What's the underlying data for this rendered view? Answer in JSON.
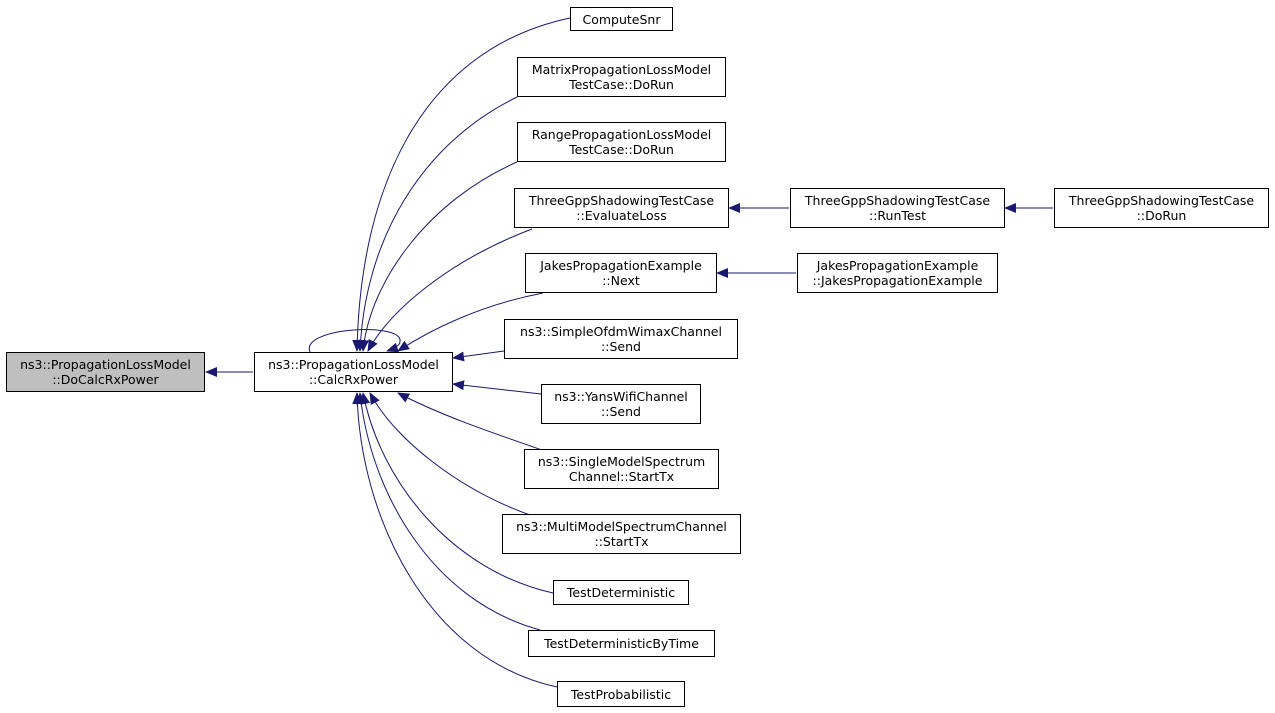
{
  "colors": {
    "edge": "#191970",
    "root_fill": "#bfbfbf",
    "node_fill": "#ffffff",
    "border": "#000000"
  },
  "nodes": {
    "docalc": {
      "l1": "ns3::PropagationLossModel",
      "l2": "::DoCalcRxPower"
    },
    "calc": {
      "l1": "ns3::PropagationLossModel",
      "l2": "::CalcRxPower"
    },
    "computesnr": {
      "l1": "ComputeSnr"
    },
    "matrix": {
      "l1": "MatrixPropagationLossModel",
      "l2": "TestCase::DoRun"
    },
    "range": {
      "l1": "RangePropagationLossModel",
      "l2": "TestCase::DoRun"
    },
    "evalloss": {
      "l1": "ThreeGppShadowingTestCase",
      "l2": "::EvaluateLoss"
    },
    "runtest": {
      "l1": "ThreeGppShadowingTestCase",
      "l2": "::RunTest"
    },
    "dorun3gpp": {
      "l1": "ThreeGppShadowingTestCase",
      "l2": "::DoRun"
    },
    "jakesnext": {
      "l1": "JakesPropagationExample",
      "l2": "::Next"
    },
    "jakesctor": {
      "l1": "JakesPropagationExample",
      "l2": "::JakesPropagationExample"
    },
    "wimax": {
      "l1": "ns3::SimpleOfdmWimaxChannel",
      "l2": "::Send"
    },
    "yans": {
      "l1": "ns3::YansWifiChannel",
      "l2": "::Send"
    },
    "single": {
      "l1": "ns3::SingleModelSpectrum",
      "l2": "Channel::StartTx"
    },
    "multi": {
      "l1": "ns3::MultiModelSpectrumChannel",
      "l2": "::StartTx"
    },
    "testdet": {
      "l1": "TestDeterministic"
    },
    "testdettime": {
      "l1": "TestDeterministicByTime"
    },
    "testprob": {
      "l1": "TestProbabilistic"
    }
  }
}
